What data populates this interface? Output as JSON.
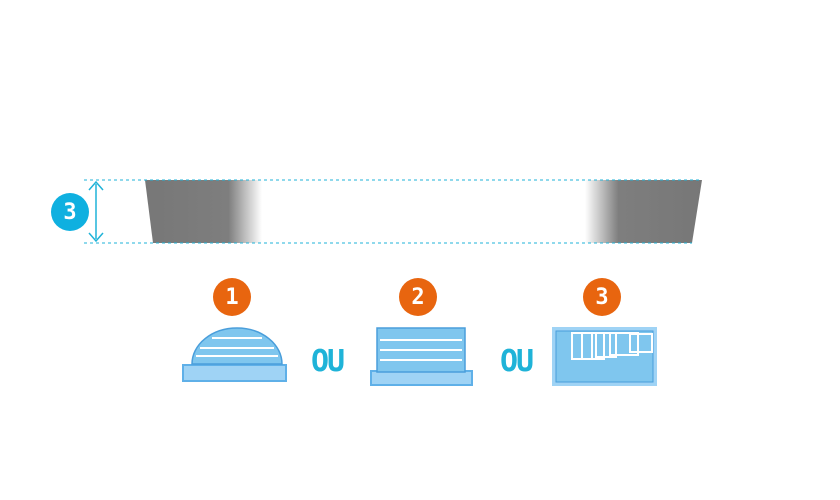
{
  "depth_indicator": {
    "number": "3",
    "color": "#0fb0e0"
  },
  "pool_section": {
    "color": "#7b7b7b"
  },
  "options": [
    {
      "number": "1",
      "shape": "rounded-staircase"
    },
    {
      "number": "2",
      "shape": "rectangular-staircase"
    },
    {
      "number": "3",
      "shape": "corner-staircase"
    }
  ],
  "separators": [
    "OU",
    "OU"
  ],
  "colors": {
    "badge": "#e8650f",
    "water": "#7fc6ee",
    "ou": "#1fb3d8"
  }
}
